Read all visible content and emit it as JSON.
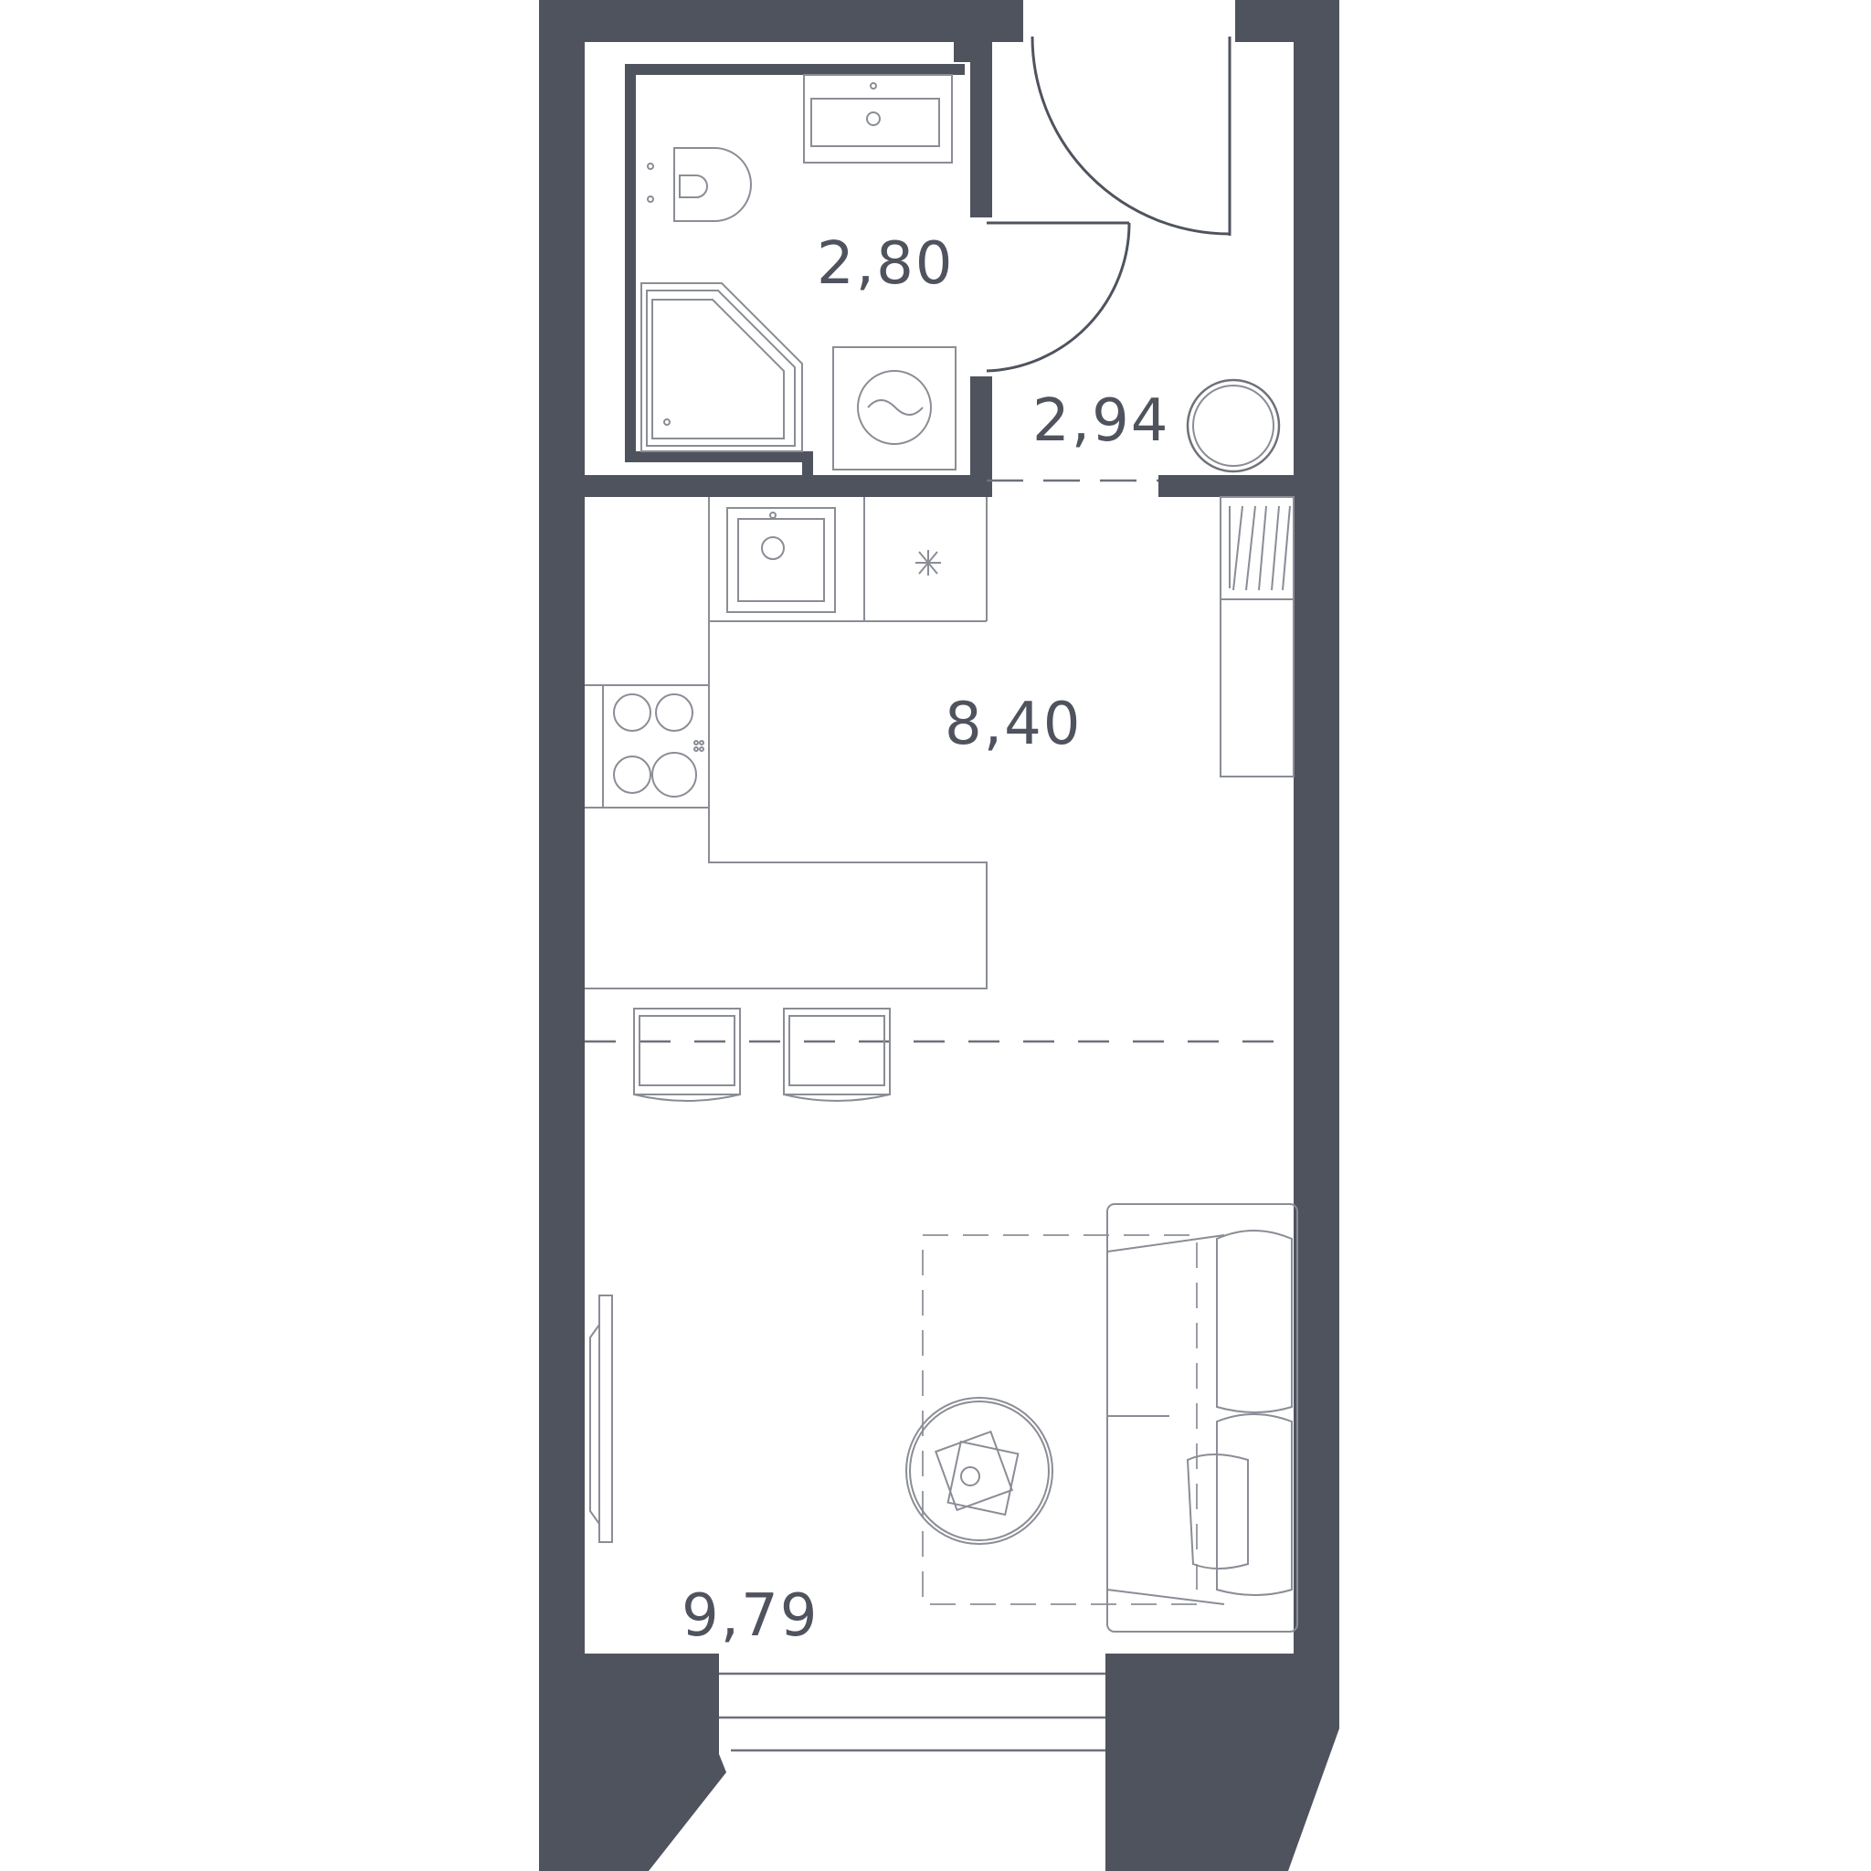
{
  "plan": {
    "colors": {
      "wall": "#4f535e",
      "furniture": "#8a8d95",
      "background": "#ffffff"
    },
    "rooms": [
      {
        "id": "bathroom",
        "area": "2,80"
      },
      {
        "id": "hallway",
        "area": "2,94"
      },
      {
        "id": "kitchen",
        "area": "8,40"
      },
      {
        "id": "living-room",
        "area": "9,79"
      }
    ],
    "icons": [
      "toilet-icon",
      "sink-icon",
      "shower-icon",
      "washing-machine-icon",
      "kitchen-sink-icon",
      "fridge-icon",
      "stove-icon",
      "wardrobe-icon",
      "chair-icon",
      "sofa-icon",
      "coffee-table-icon",
      "tv-icon",
      "round-mirror-icon"
    ]
  }
}
